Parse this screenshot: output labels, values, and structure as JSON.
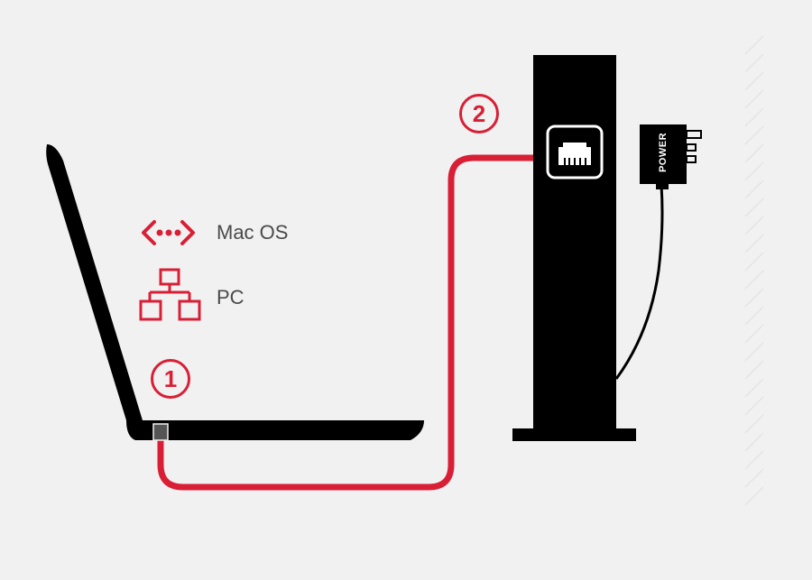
{
  "legend": {
    "mac_label": "Mac OS",
    "pc_label": "PC",
    "mac_icon": "ethernet-arrows-icon",
    "pc_icon": "network-tree-icon"
  },
  "steps": {
    "step1": "1",
    "step2": "2"
  },
  "adapter": {
    "label": "POWER"
  },
  "colors": {
    "accent": "#d81f36",
    "device": "#000000",
    "text": "#4a4a4a",
    "background": "#f2f1f1"
  }
}
